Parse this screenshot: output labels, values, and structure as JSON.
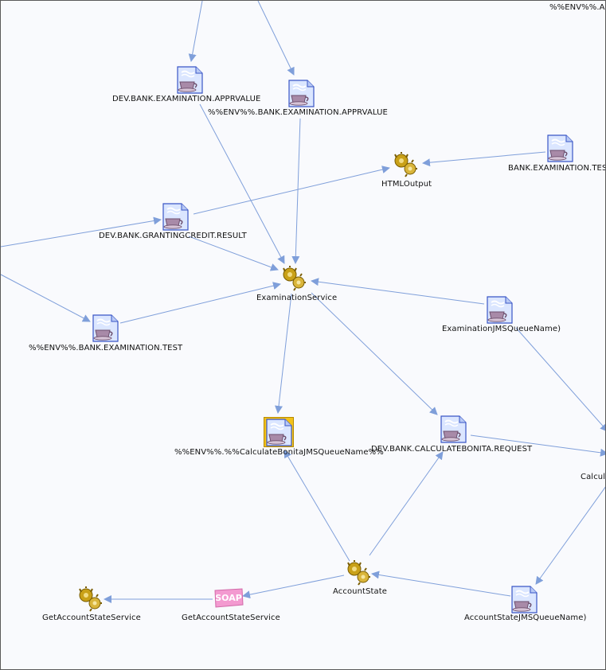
{
  "canvas": {
    "title_fragment": "%%ENV%%.A"
  },
  "colors": {
    "edge": "#7f9fda",
    "doc_page": "#dbe6ff",
    "doc_border": "#3a56c6",
    "selected": "#f3c21a",
    "gear": "#c9a118",
    "soap_fill": "#f39ad0",
    "soap_text": "#ffffff"
  },
  "icons": {
    "queue": "document-cup-icon",
    "service": "gears-icon",
    "soap": "soap-icon"
  },
  "nodes": {
    "dev_appr": {
      "label": "DEV.BANK.EXAMINATION.APPRVALUE",
      "icon": "document-cup-icon"
    },
    "env_appr": {
      "label": "%%ENV%%.BANK.EXAMINATION.APPRVALUE",
      "icon": "document-cup-icon"
    },
    "html_output": {
      "label": "HTMLOutput",
      "icon": "gears-icon"
    },
    "bank_test": {
      "label": "BANK.EXAMINATION.TES",
      "icon": "document-cup-icon"
    },
    "dev_granting": {
      "label": "DEV.BANK.GRANTINGCREDIT.RESULT",
      "icon": "document-cup-icon"
    },
    "examination_service": {
      "label": "ExaminationService",
      "icon": "gears-icon"
    },
    "examination_jms": {
      "label": "ExaminationJMSQueueName)",
      "icon": "document-cup-icon"
    },
    "env_test": {
      "label": "%%ENV%%.BANK.EXAMINATION.TEST",
      "icon": "document-cup-icon"
    },
    "calc_bonita_env": {
      "label": "%%ENV%%.%%CalculateBonitaJMSQueueName%%",
      "icon": "document-cup-icon",
      "selected": true
    },
    "dev_calc_req": {
      "label": "DEV.BANK.CALCULATEBONITA.REQUEST",
      "icon": "document-cup-icon"
    },
    "calcula": {
      "label": "Calcula",
      "icon": "gears-icon"
    },
    "account_state": {
      "label": "AccountState",
      "icon": "gears-icon"
    },
    "gas_service": {
      "label": "GetAccountStateService",
      "icon": "gears-icon"
    },
    "gas_soap": {
      "label": "GetAccountStateService",
      "icon": "soap-icon",
      "badge": "SOAP"
    },
    "account_jms": {
      "label": "AccountStateJMSQueueName)",
      "icon": "document-cup-icon"
    }
  }
}
